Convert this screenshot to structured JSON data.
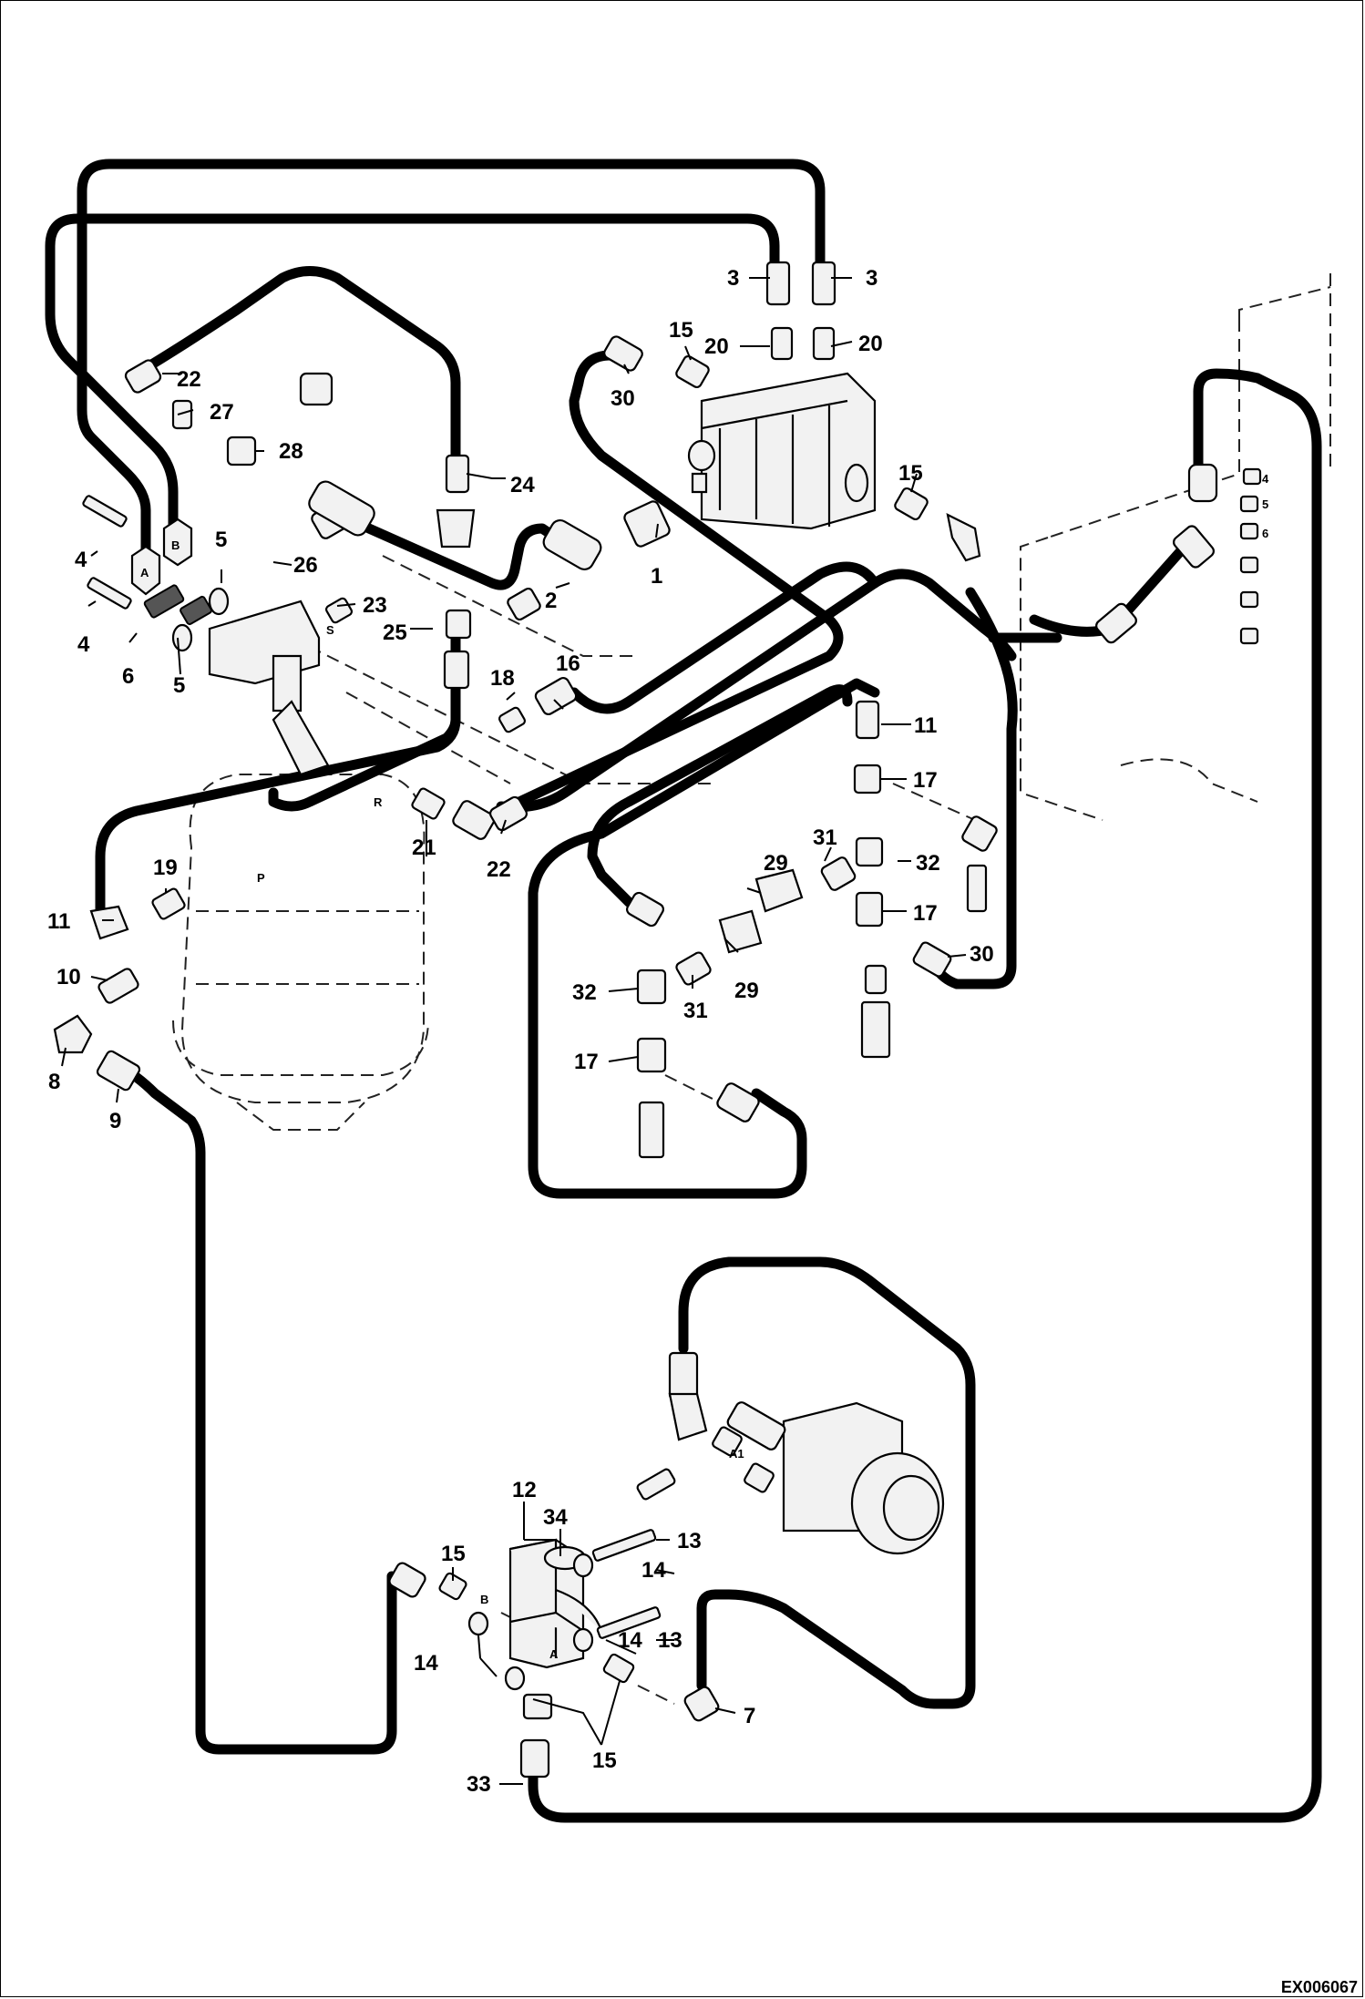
{
  "drawing": {
    "id": "EX006067"
  },
  "callouts": [
    {
      "key": "c1",
      "text": "1"
    },
    {
      "key": "c2",
      "text": "2"
    },
    {
      "key": "c3a",
      "text": "3"
    },
    {
      "key": "c3b",
      "text": "3"
    },
    {
      "key": "c4a",
      "text": "4"
    },
    {
      "key": "c4b",
      "text": "4"
    },
    {
      "key": "c5a",
      "text": "5"
    },
    {
      "key": "c5b",
      "text": "5"
    },
    {
      "key": "c6",
      "text": "6"
    },
    {
      "key": "c7",
      "text": "7"
    },
    {
      "key": "c8",
      "text": "8"
    },
    {
      "key": "c9",
      "text": "9"
    },
    {
      "key": "c10",
      "text": "10"
    },
    {
      "key": "c11a",
      "text": "11"
    },
    {
      "key": "c11b",
      "text": "11"
    },
    {
      "key": "c12",
      "text": "12"
    },
    {
      "key": "c13a",
      "text": "13"
    },
    {
      "key": "c13b",
      "text": "13"
    },
    {
      "key": "c14a",
      "text": "14"
    },
    {
      "key": "c14b",
      "text": "14"
    },
    {
      "key": "c14c",
      "text": "14"
    },
    {
      "key": "c15a",
      "text": "15"
    },
    {
      "key": "c15b",
      "text": "15"
    },
    {
      "key": "c15c",
      "text": "15"
    },
    {
      "key": "c15d",
      "text": "15"
    },
    {
      "key": "c16",
      "text": "16"
    },
    {
      "key": "c17a",
      "text": "17"
    },
    {
      "key": "c17b",
      "text": "17"
    },
    {
      "key": "c17c",
      "text": "17"
    },
    {
      "key": "c18",
      "text": "18"
    },
    {
      "key": "c19",
      "text": "19"
    },
    {
      "key": "c20a",
      "text": "20"
    },
    {
      "key": "c20b",
      "text": "20"
    },
    {
      "key": "c21",
      "text": "21"
    },
    {
      "key": "c22a",
      "text": "22"
    },
    {
      "key": "c22b",
      "text": "22"
    },
    {
      "key": "c23",
      "text": "23"
    },
    {
      "key": "c24",
      "text": "24"
    },
    {
      "key": "c25",
      "text": "25"
    },
    {
      "key": "c26",
      "text": "26"
    },
    {
      "key": "c27",
      "text": "27"
    },
    {
      "key": "c28",
      "text": "28"
    },
    {
      "key": "c29a",
      "text": "29"
    },
    {
      "key": "c29b",
      "text": "29"
    },
    {
      "key": "c30a",
      "text": "30"
    },
    {
      "key": "c30b",
      "text": "30"
    },
    {
      "key": "c31a",
      "text": "31"
    },
    {
      "key": "c31b",
      "text": "31"
    },
    {
      "key": "c32a",
      "text": "32"
    },
    {
      "key": "c32b",
      "text": "32"
    },
    {
      "key": "c33",
      "text": "33"
    },
    {
      "key": "c34",
      "text": "34"
    }
  ],
  "port_marks": [
    {
      "key": "pA",
      "text": "A"
    },
    {
      "key": "pB",
      "text": "B"
    },
    {
      "key": "pA1",
      "text": "A1"
    },
    {
      "key": "pS",
      "text": "S"
    },
    {
      "key": "pR",
      "text": "R"
    },
    {
      "key": "pP",
      "text": "P"
    },
    {
      "key": "pVB",
      "text": "B"
    },
    {
      "key": "pVA",
      "text": "A"
    }
  ]
}
